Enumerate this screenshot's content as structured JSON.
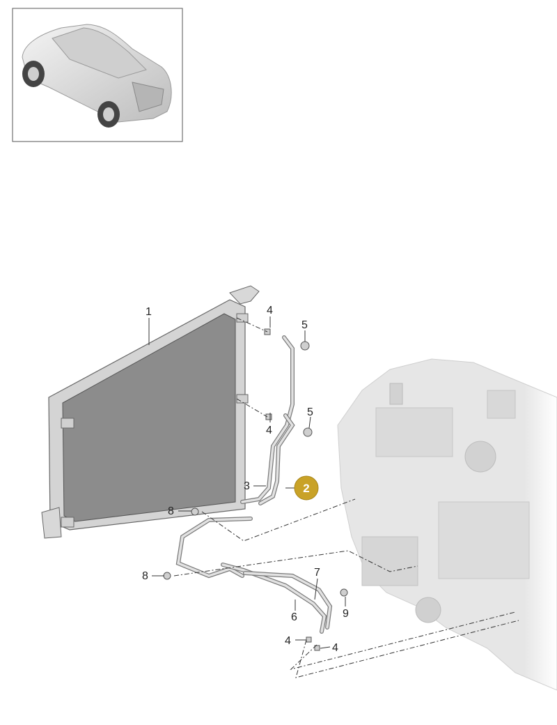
{
  "thumbnail": {
    "icon": "car-suv-icon"
  },
  "colors": {
    "badge": "#c9a227",
    "radiator_core": "#8a8a8a",
    "frame": "#d0d0d0",
    "engine": "#e4e4e4"
  },
  "callouts": {
    "c1": "1",
    "c2": "2",
    "c3": "3",
    "c4a": "4",
    "c4b": "4",
    "c4c": "4",
    "c4d": "4",
    "c5a": "5",
    "c5b": "5",
    "c6": "6",
    "c7": "7",
    "c8a": "8",
    "c8b": "8",
    "c9": "9"
  }
}
